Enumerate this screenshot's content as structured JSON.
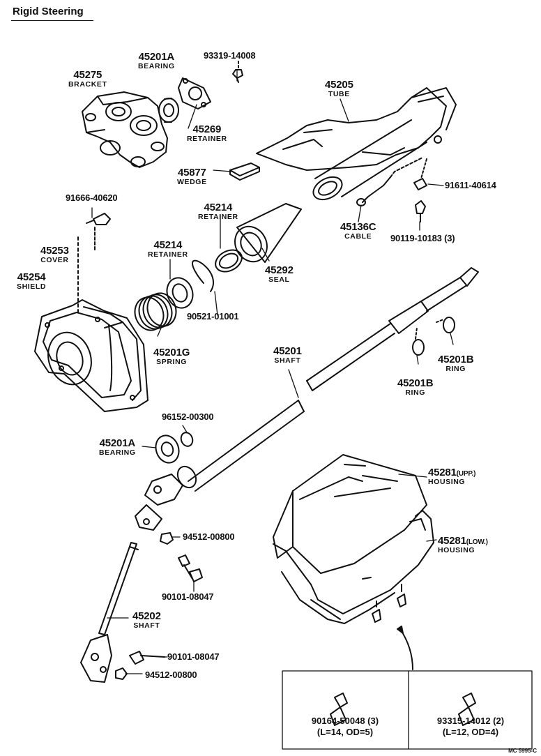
{
  "title": "Rigid Steering",
  "figure_code": "MC 5995-C",
  "parts": [
    {
      "id": "p45201a_top",
      "number": "45201A",
      "name": "BEARING"
    },
    {
      "id": "p93319",
      "number": "93319-14008",
      "name": ""
    },
    {
      "id": "p45275",
      "number": "45275",
      "name": "BRACKET"
    },
    {
      "id": "p45269",
      "number": "45269",
      "name": "RETAINER"
    },
    {
      "id": "p45205",
      "number": "45205",
      "name": "TUBE"
    },
    {
      "id": "p45877",
      "number": "45877",
      "name": "WEDGE"
    },
    {
      "id": "p91611",
      "number": "91611-40614",
      "name": ""
    },
    {
      "id": "p91666",
      "number": "91666-40620",
      "name": ""
    },
    {
      "id": "p45214_a",
      "number": "45214",
      "name": "RETAINER"
    },
    {
      "id": "p45136c",
      "number": "45136C",
      "name": "CABLE"
    },
    {
      "id": "p90119",
      "number": "90119-10183 (3)",
      "name": ""
    },
    {
      "id": "p45253",
      "number": "45253",
      "name": "COVER"
    },
    {
      "id": "p45214_b",
      "number": "45214",
      "name": "RETAINER"
    },
    {
      "id": "p45292",
      "number": "45292",
      "name": "SEAL"
    },
    {
      "id": "p45254",
      "number": "45254",
      "name": "SHIELD"
    },
    {
      "id": "p90521",
      "number": "90521-01001",
      "name": ""
    },
    {
      "id": "p45201g",
      "number": "45201G",
      "name": "SPRING"
    },
    {
      "id": "p45201",
      "number": "45201",
      "name": "SHAFT"
    },
    {
      "id": "p45201b_r",
      "number": "45201B",
      "name": "RING"
    },
    {
      "id": "p45201b_l",
      "number": "45201B",
      "name": "RING"
    },
    {
      "id": "p96152",
      "number": "96152-00300",
      "name": ""
    },
    {
      "id": "p45201a_bot",
      "number": "45201A",
      "name": "BEARING"
    },
    {
      "id": "p45281_upp",
      "number": "45281",
      "suffix": "(UPP.)",
      "name": "HOUSING"
    },
    {
      "id": "p94512_a",
      "number": "94512-00800",
      "name": ""
    },
    {
      "id": "p45281_low",
      "number": "45281",
      "suffix": "(LOW.)",
      "name": "HOUSING"
    },
    {
      "id": "p90101_a",
      "number": "90101-08047",
      "name": ""
    },
    {
      "id": "p45202",
      "number": "45202",
      "name": "SHAFT"
    },
    {
      "id": "p90101_b",
      "number": "90101-08047",
      "name": ""
    },
    {
      "id": "p94512_b",
      "number": "94512-00800",
      "name": ""
    }
  ],
  "screw_box": [
    {
      "id": "s90164",
      "number": "90164-50048 (3)",
      "spec": "(L=14, OD=5)"
    },
    {
      "id": "s93315",
      "number": "93315-14012 (2)",
      "spec": "(L=12, OD=4)"
    }
  ]
}
